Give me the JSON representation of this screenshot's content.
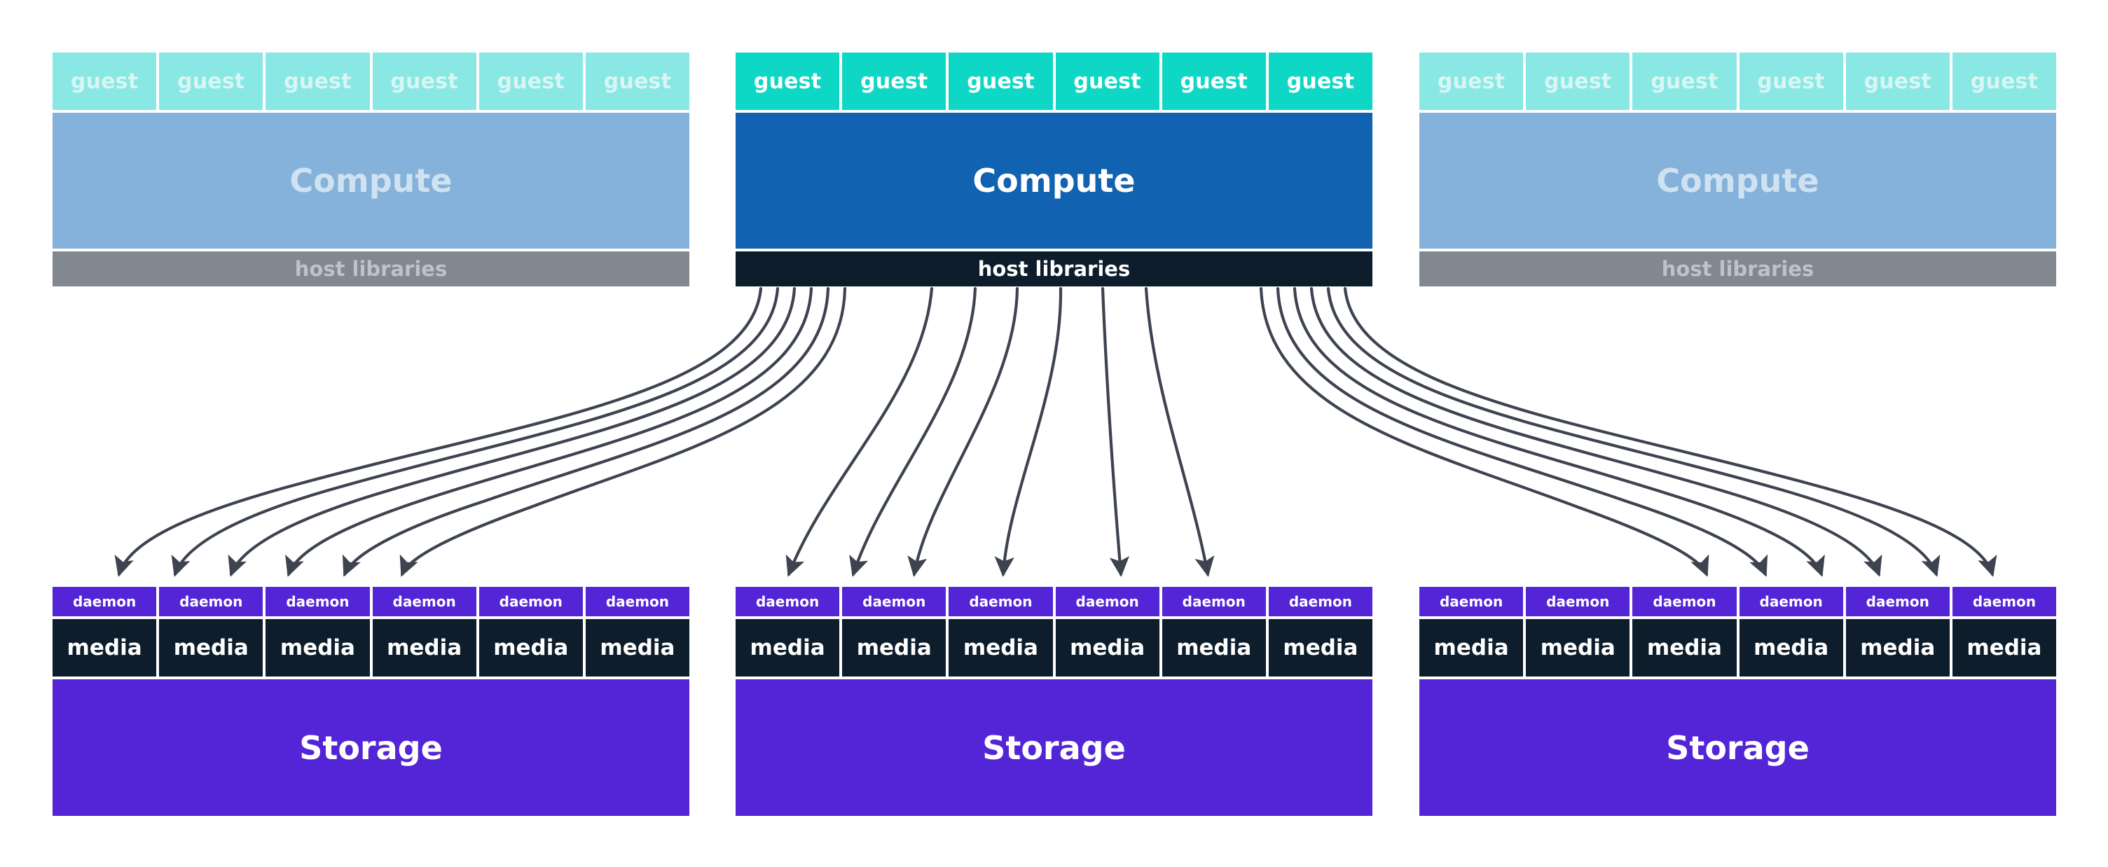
{
  "diagram": {
    "title": "",
    "colors": {
      "guest_active": "#0ed7c5",
      "guest_faded": "#89e8e3",
      "compute_active": "#1162b0",
      "compute_faded": "#85b2da",
      "hostlibs_active": "#0d1d2b",
      "hostlibs_faded": "#82888f",
      "daemon": "#5325d6",
      "media": "#0d1d2b",
      "storage": "#5325d6",
      "arrow": "#3d4450",
      "background": "#ffffff"
    },
    "labels": {
      "guest": "guest",
      "compute": "Compute",
      "host_libraries": "host libraries",
      "daemon": "daemon",
      "media": "media",
      "storage": "Storage"
    },
    "counts": {
      "columns": 3,
      "guests_per_column": 6,
      "daemons_per_column": 6,
      "arrows_total": 18
    },
    "compute_columns": [
      {
        "id": "compute-left",
        "state": "faded",
        "guests": [
          "guest",
          "guest",
          "guest",
          "guest",
          "guest",
          "guest"
        ],
        "compute": "Compute",
        "host_libraries": "host libraries"
      },
      {
        "id": "compute-center",
        "state": "active",
        "guests": [
          "guest",
          "guest",
          "guest",
          "guest",
          "guest",
          "guest"
        ],
        "compute": "Compute",
        "host_libraries": "host libraries"
      },
      {
        "id": "compute-right",
        "state": "faded",
        "guests": [
          "guest",
          "guest",
          "guest",
          "guest",
          "guest",
          "guest"
        ],
        "compute": "Compute",
        "host_libraries": "host libraries"
      }
    ],
    "storage_columns": [
      {
        "id": "storage-left",
        "state": "active",
        "daemons": [
          "daemon",
          "daemon",
          "daemon",
          "daemon",
          "daemon",
          "daemon"
        ],
        "medias": [
          "media",
          "media",
          "media",
          "media",
          "media",
          "media"
        ],
        "storage": "Storage"
      },
      {
        "id": "storage-center",
        "state": "active",
        "daemons": [
          "daemon",
          "daemon",
          "daemon",
          "daemon",
          "daemon",
          "daemon"
        ],
        "medias": [
          "media",
          "media",
          "media",
          "media",
          "media",
          "media"
        ],
        "storage": "Storage"
      },
      {
        "id": "storage-right",
        "state": "active",
        "daemons": [
          "daemon",
          "daemon",
          "daemon",
          "daemon",
          "daemon",
          "daemon"
        ],
        "medias": [
          "media",
          "media",
          "media",
          "media",
          "media",
          "media"
        ],
        "storage": "Storage"
      }
    ]
  }
}
